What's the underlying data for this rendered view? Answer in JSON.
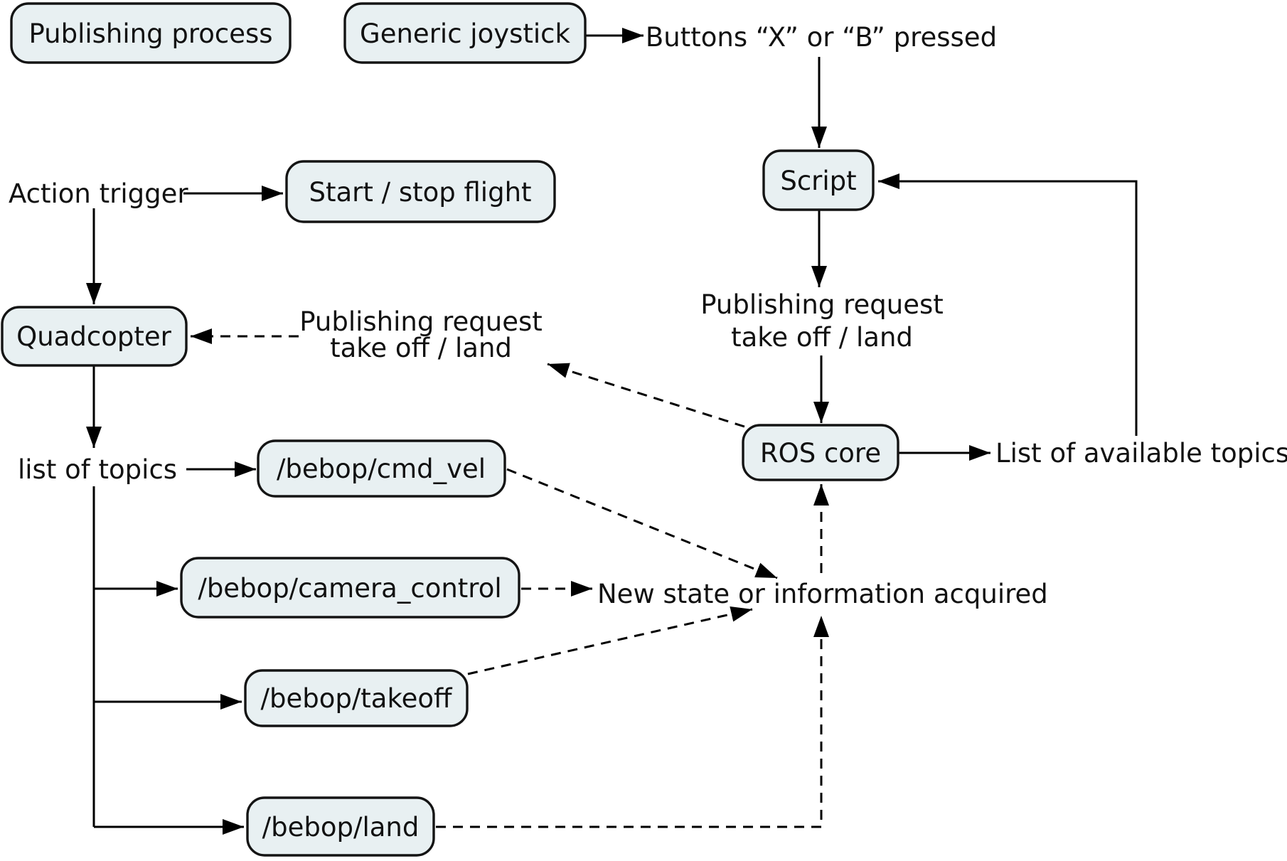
{
  "diagram": {
    "type": "flowchart",
    "colors": {
      "background": "#ffffff",
      "node_fill": "#e8f0f2",
      "node_border": "#141414",
      "text": "#111111",
      "arrow": "#000000"
    },
    "nodes": {
      "publishing_process": {
        "label": "Publishing process"
      },
      "generic_joystick": {
        "label": "Generic joystick"
      },
      "start_stop_flight": {
        "label": "Start / stop flight"
      },
      "script": {
        "label": "Script"
      },
      "quadcopter": {
        "label": "Quadcopter"
      },
      "ros_core": {
        "label": "ROS core"
      },
      "bebop_cmd_vel": {
        "label": "/bebop/cmd_vel"
      },
      "bebop_camera_control": {
        "label": "/bebop/camera_control"
      },
      "bebop_takeoff": {
        "label": "/bebop/takeoff"
      },
      "bebop_land": {
        "label": "/bebop/land"
      }
    },
    "labels": {
      "buttons_pressed": "Buttons “X” or “B” pressed",
      "action_trigger": "Action trigger",
      "publishing_request_right_line1": "Publishing request",
      "publishing_request_right_line2": "take off / land",
      "publishing_request_left_line1": "Publishing request",
      "publishing_request_left_line2": "take off / land",
      "list_of_topics": "list of topics",
      "list_of_available_topics": "List of available topics",
      "new_state": "New state or information acquired"
    },
    "edges": [
      {
        "from": "Generic joystick",
        "to": "Buttons “X” or “B” pressed",
        "style": "solid"
      },
      {
        "from": "Buttons “X” or “B” pressed",
        "to": "Script",
        "style": "solid"
      },
      {
        "from": "Script",
        "to": "Publishing request take off / land (right)",
        "style": "solid"
      },
      {
        "from": "Publishing request take off / land (right)",
        "to": "ROS core",
        "style": "solid"
      },
      {
        "from": "ROS core",
        "to": "List of available topics",
        "style": "solid"
      },
      {
        "from": "List of available topics",
        "to": "Script",
        "style": "solid"
      },
      {
        "from": "Action trigger",
        "to": "Start / stop flight",
        "style": "solid"
      },
      {
        "from": "Action trigger",
        "to": "Quadcopter",
        "style": "solid"
      },
      {
        "from": "Quadcopter",
        "to": "list of topics",
        "style": "solid"
      },
      {
        "from": "list of topics",
        "to": "/bebop/cmd_vel",
        "style": "solid"
      },
      {
        "from": "list of topics",
        "to": "/bebop/camera_control",
        "style": "solid"
      },
      {
        "from": "list of topics",
        "to": "/bebop/takeoff",
        "style": "solid"
      },
      {
        "from": "list of topics",
        "to": "/bebop/land",
        "style": "solid"
      },
      {
        "from": "Publishing request take off / land (left)",
        "to": "Quadcopter",
        "style": "dashed"
      },
      {
        "from": "ROS core",
        "to": "Publishing request take off / land (left)",
        "style": "dashed"
      },
      {
        "from": "/bebop/cmd_vel",
        "to": "New state or information acquired",
        "style": "dashed"
      },
      {
        "from": "/bebop/camera_control",
        "to": "New state or information acquired",
        "style": "dashed"
      },
      {
        "from": "/bebop/takeoff",
        "to": "New state or information acquired",
        "style": "dashed"
      },
      {
        "from": "/bebop/land",
        "to": "New state or information acquired",
        "style": "dashed"
      },
      {
        "from": "New state or information acquired",
        "to": "ROS core",
        "style": "dashed"
      }
    ]
  }
}
